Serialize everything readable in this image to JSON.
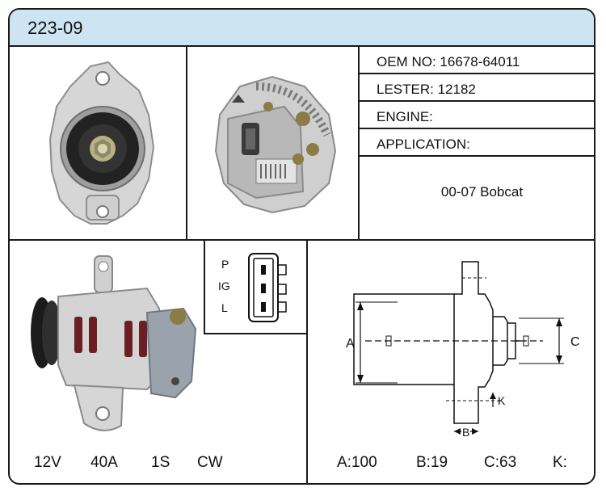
{
  "header": {
    "part_number": "223-09"
  },
  "specs": {
    "oem_label": "OEM NO:",
    "oem_value": "16678-64011",
    "lester_label": "LESTER:",
    "lester_value": "12182",
    "engine_label": "ENGINE:",
    "engine_value": "",
    "application_label": "APPLICATION:",
    "application_value": "00-07 Bobcat"
  },
  "connector": {
    "pins": [
      "P",
      "IG",
      "L"
    ]
  },
  "ratings": {
    "voltage": "12V",
    "amperage": "40A",
    "pulley": "1S",
    "rotation": "CW"
  },
  "drawing": {
    "label_a": "A",
    "label_b": "B",
    "label_c": "C",
    "label_k": "K"
  },
  "dimensions": {
    "a": "A:100",
    "b": "B:19",
    "c": "C:63",
    "k": "K:"
  },
  "images": {
    "front_view": "alternator-front-photo",
    "rear_view": "alternator-rear-photo",
    "side_view": "alternator-side-photo"
  }
}
